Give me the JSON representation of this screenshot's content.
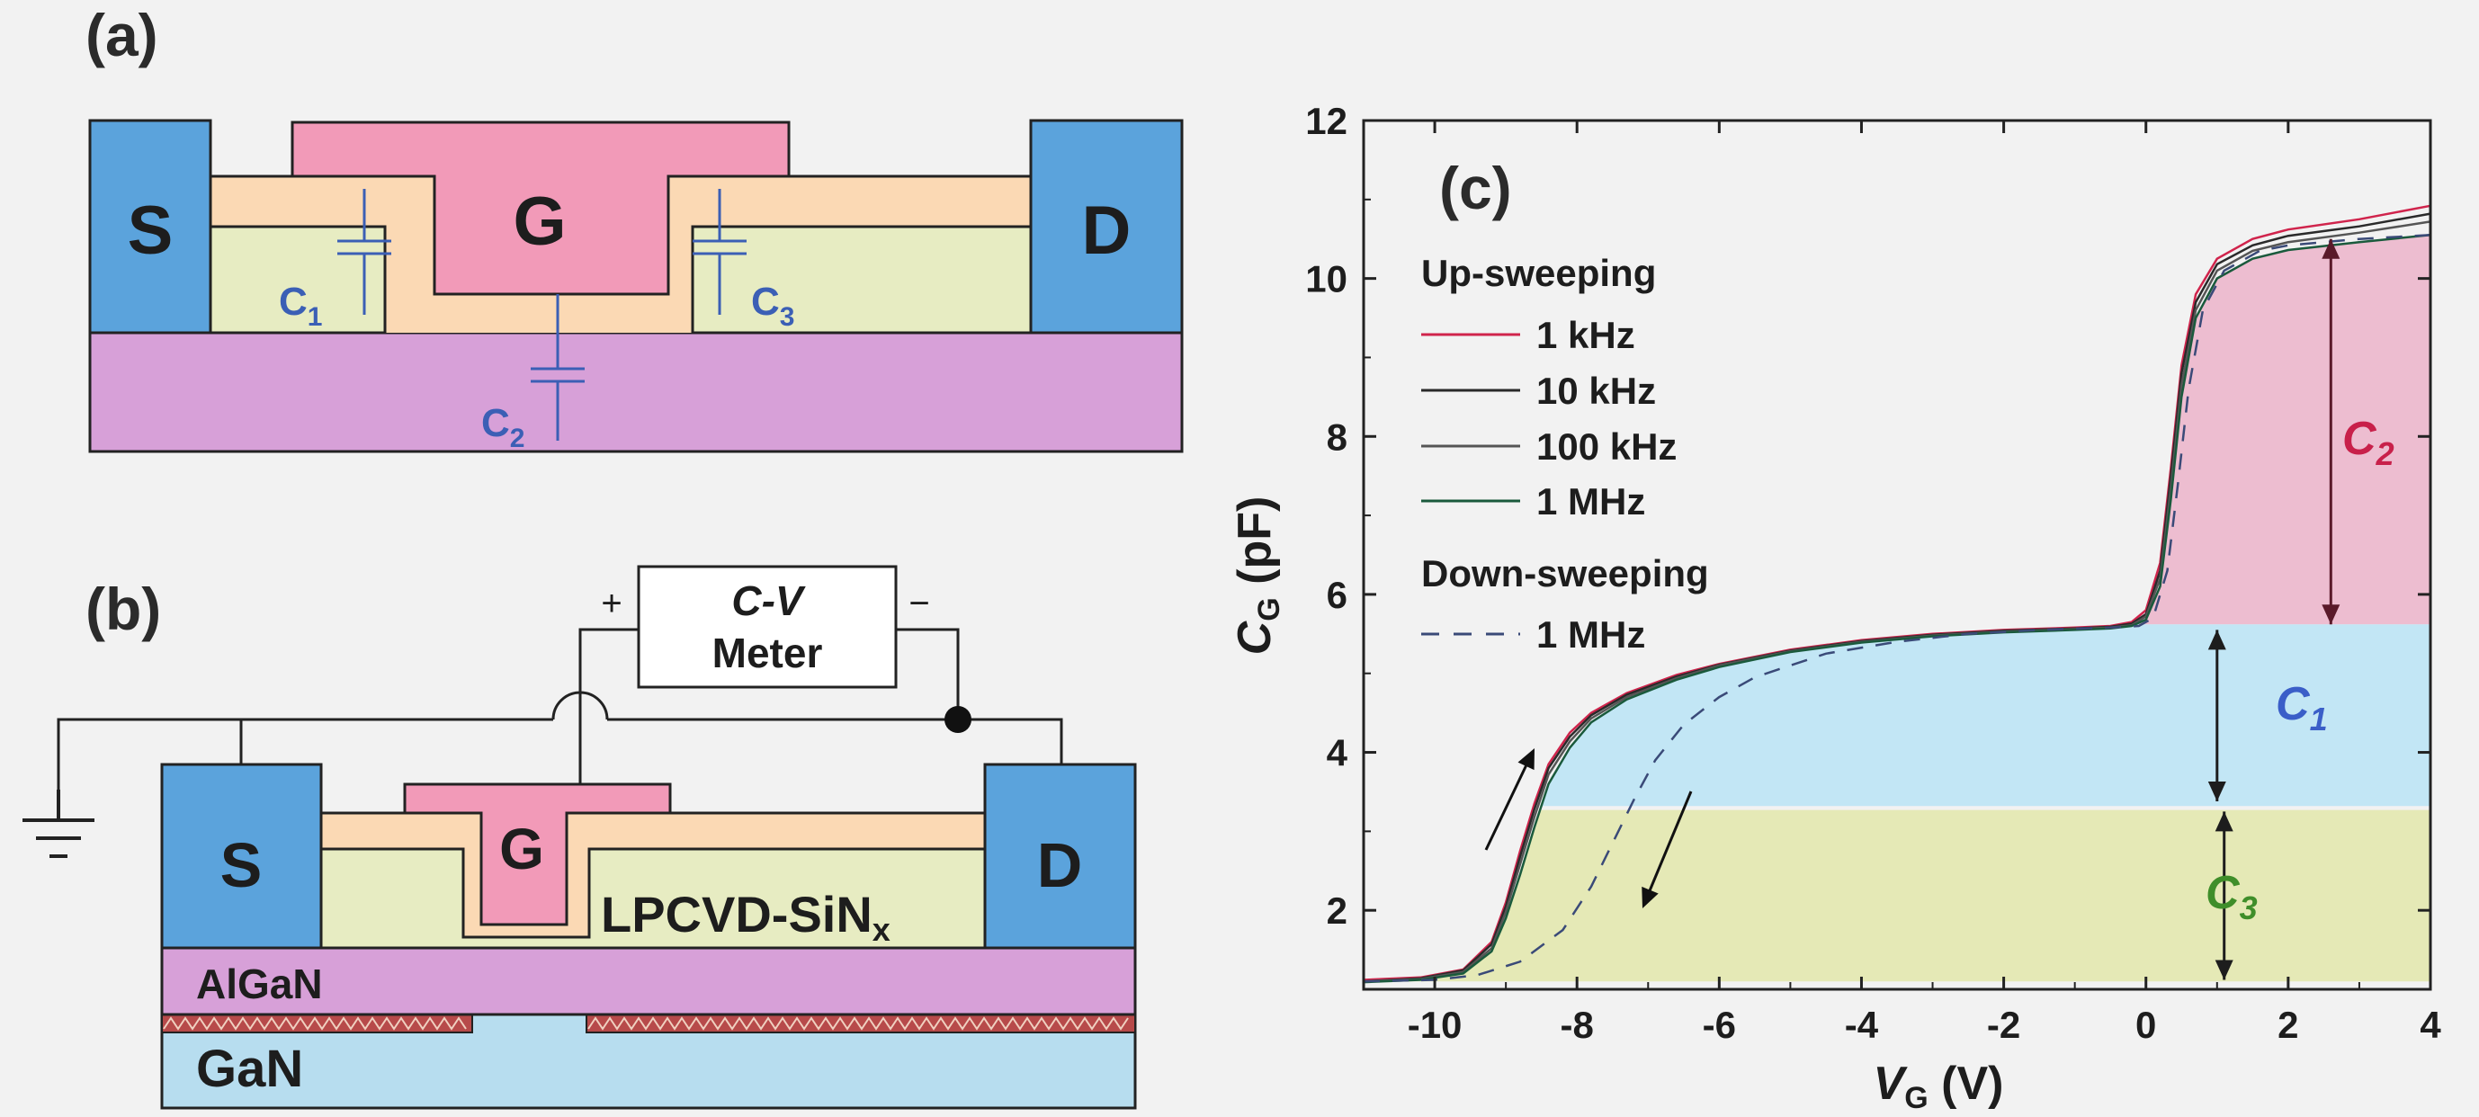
{
  "panels": {
    "a": {
      "label": "(a)",
      "source": "S",
      "gate": "G",
      "drain": "D",
      "caps": [
        {
          "name": "C",
          "sub": "1"
        },
        {
          "name": "C",
          "sub": "2"
        },
        {
          "name": "C",
          "sub": "3"
        }
      ]
    },
    "b": {
      "label": "(b)",
      "meter_title": "C-V",
      "meter_sub": "Meter",
      "plus": "+",
      "minus": "−",
      "source": "S",
      "gate": "G",
      "drain": "D",
      "sin_label": "LPCVD-SiN",
      "sin_sub": "x",
      "algan": "AlGaN",
      "gan": "GaN"
    },
    "c": {
      "label": "(c)",
      "legend": {
        "up_title": "Up-sweeping",
        "items": [
          "1 kHz",
          "10 kHz",
          "100 kHz",
          "1 MHz"
        ],
        "down_title": "Down-sweeping",
        "down_item": "1 MHz"
      },
      "region_labels": [
        {
          "name": "C",
          "sub": "2",
          "color": "#c8204a"
        },
        {
          "name": "C",
          "sub": "1",
          "color": "#3a5ec8"
        },
        {
          "name": "C",
          "sub": "3",
          "color": "#3f8e2a"
        }
      ]
    }
  },
  "colors": {
    "electrode": "#5ba3dc",
    "gate": "#f29ab8",
    "passivation": "#fbd9b4",
    "sin": "#e7ecc2",
    "algan": "#d7a0d8",
    "gan": "#b7ddef",
    "region_c2": "#edbdd0",
    "region_c1": "#c2e6f5",
    "region_c3": "#e5e9b6"
  },
  "chart_data": {
    "type": "line",
    "xlabel_main": "V",
    "xlabel_sub": "G",
    "xlabel_unit": " (V)",
    "ylabel_main": "C",
    "ylabel_sub": "G",
    "ylabel_unit": " (pF)",
    "xlim": [
      -11,
      4
    ],
    "ylim": [
      1,
      12
    ],
    "xticks": [
      -10,
      -8,
      -6,
      -4,
      -2,
      0,
      2,
      4
    ],
    "yticks": [
      2,
      4,
      6,
      8,
      10,
      12
    ],
    "series": [
      {
        "name": "1 kHz",
        "color": "#d0244c",
        "dash": false,
        "points": [
          [
            -11,
            1.12
          ],
          [
            -10.2,
            1.15
          ],
          [
            -9.6,
            1.25
          ],
          [
            -9.2,
            1.6
          ],
          [
            -9,
            2.1
          ],
          [
            -8.8,
            2.75
          ],
          [
            -8.6,
            3.35
          ],
          [
            -8.4,
            3.85
          ],
          [
            -8.1,
            4.25
          ],
          [
            -7.8,
            4.5
          ],
          [
            -7.3,
            4.75
          ],
          [
            -6.6,
            4.98
          ],
          [
            -6,
            5.12
          ],
          [
            -5,
            5.3
          ],
          [
            -4,
            5.42
          ],
          [
            -3,
            5.5
          ],
          [
            -2,
            5.55
          ],
          [
            -1,
            5.58
          ],
          [
            -0.5,
            5.6
          ],
          [
            -0.2,
            5.65
          ],
          [
            0,
            5.8
          ],
          [
            0.2,
            6.4
          ],
          [
            0.35,
            7.6
          ],
          [
            0.5,
            8.9
          ],
          [
            0.7,
            9.8
          ],
          [
            1,
            10.25
          ],
          [
            1.5,
            10.5
          ],
          [
            2,
            10.62
          ],
          [
            3,
            10.75
          ],
          [
            4,
            10.92
          ]
        ]
      },
      {
        "name": "10 kHz",
        "color": "#2a2a2a",
        "dash": false,
        "points": [
          [
            -11,
            1.1
          ],
          [
            -10.2,
            1.14
          ],
          [
            -9.6,
            1.24
          ],
          [
            -9.2,
            1.57
          ],
          [
            -9,
            2.05
          ],
          [
            -8.8,
            2.68
          ],
          [
            -8.6,
            3.28
          ],
          [
            -8.4,
            3.8
          ],
          [
            -8.1,
            4.2
          ],
          [
            -7.8,
            4.47
          ],
          [
            -7.3,
            4.73
          ],
          [
            -6.6,
            4.96
          ],
          [
            -6,
            5.11
          ],
          [
            -5,
            5.29
          ],
          [
            -4,
            5.41
          ],
          [
            -3,
            5.49
          ],
          [
            -2,
            5.54
          ],
          [
            -1,
            5.57
          ],
          [
            -0.5,
            5.59
          ],
          [
            -0.2,
            5.63
          ],
          [
            0,
            5.75
          ],
          [
            0.2,
            6.3
          ],
          [
            0.35,
            7.5
          ],
          [
            0.5,
            8.8
          ],
          [
            0.7,
            9.7
          ],
          [
            1,
            10.18
          ],
          [
            1.5,
            10.42
          ],
          [
            2,
            10.54
          ],
          [
            3,
            10.66
          ],
          [
            4,
            10.82
          ]
        ]
      },
      {
        "name": "100 kHz",
        "color": "#555555",
        "dash": false,
        "points": [
          [
            -11,
            1.1
          ],
          [
            -10.2,
            1.13
          ],
          [
            -9.6,
            1.22
          ],
          [
            -9.2,
            1.52
          ],
          [
            -9,
            1.98
          ],
          [
            -8.8,
            2.58
          ],
          [
            -8.6,
            3.18
          ],
          [
            -8.4,
            3.72
          ],
          [
            -8.1,
            4.14
          ],
          [
            -7.8,
            4.43
          ],
          [
            -7.3,
            4.7
          ],
          [
            -6.6,
            4.94
          ],
          [
            -6,
            5.1
          ],
          [
            -5,
            5.28
          ],
          [
            -4,
            5.4
          ],
          [
            -3,
            5.48
          ],
          [
            -2,
            5.53
          ],
          [
            -1,
            5.56
          ],
          [
            -0.5,
            5.58
          ],
          [
            -0.2,
            5.61
          ],
          [
            0,
            5.72
          ],
          [
            0.2,
            6.2
          ],
          [
            0.35,
            7.35
          ],
          [
            0.5,
            8.65
          ],
          [
            0.7,
            9.6
          ],
          [
            1,
            10.1
          ],
          [
            1.5,
            10.35
          ],
          [
            2,
            10.46
          ],
          [
            3,
            10.58
          ],
          [
            4,
            10.72
          ]
        ]
      },
      {
        "name": "1 MHz",
        "color": "#1a5a3c",
        "dash": false,
        "points": [
          [
            -11,
            1.09
          ],
          [
            -10.2,
            1.12
          ],
          [
            -9.6,
            1.2
          ],
          [
            -9.2,
            1.48
          ],
          [
            -9,
            1.9
          ],
          [
            -8.8,
            2.45
          ],
          [
            -8.6,
            3.05
          ],
          [
            -8.4,
            3.6
          ],
          [
            -8.1,
            4.06
          ],
          [
            -7.8,
            4.38
          ],
          [
            -7.3,
            4.67
          ],
          [
            -6.6,
            4.92
          ],
          [
            -6,
            5.08
          ],
          [
            -5,
            5.27
          ],
          [
            -4,
            5.39
          ],
          [
            -3,
            5.47
          ],
          [
            -2,
            5.52
          ],
          [
            -1,
            5.55
          ],
          [
            -0.5,
            5.57
          ],
          [
            -0.2,
            5.6
          ],
          [
            0,
            5.68
          ],
          [
            0.2,
            6.1
          ],
          [
            0.35,
            7.2
          ],
          [
            0.5,
            8.5
          ],
          [
            0.7,
            9.5
          ],
          [
            1,
            10.0
          ],
          [
            1.5,
            10.25
          ],
          [
            2,
            10.36
          ],
          [
            3,
            10.46
          ],
          [
            4,
            10.55
          ]
        ]
      },
      {
        "name": "1 MHz",
        "color": "#3a4a78",
        "dash": true,
        "points": [
          [
            -11,
            1.1
          ],
          [
            -10,
            1.12
          ],
          [
            -9.4,
            1.18
          ],
          [
            -8.8,
            1.35
          ],
          [
            -8.2,
            1.75
          ],
          [
            -7.8,
            2.3
          ],
          [
            -7.5,
            2.85
          ],
          [
            -7.2,
            3.4
          ],
          [
            -6.9,
            3.9
          ],
          [
            -6.5,
            4.35
          ],
          [
            -6,
            4.7
          ],
          [
            -5.5,
            4.95
          ],
          [
            -4.5,
            5.25
          ],
          [
            -3.5,
            5.4
          ],
          [
            -2.5,
            5.5
          ],
          [
            -1.5,
            5.55
          ],
          [
            -0.5,
            5.58
          ],
          [
            -0.1,
            5.6
          ],
          [
            0.1,
            5.7
          ],
          [
            0.3,
            6.3
          ],
          [
            0.45,
            7.4
          ],
          [
            0.6,
            8.6
          ],
          [
            0.8,
            9.6
          ],
          [
            1.1,
            10.1
          ],
          [
            1.6,
            10.35
          ],
          [
            2,
            10.42
          ],
          [
            3,
            10.5
          ],
          [
            4,
            10.55
          ]
        ]
      }
    ],
    "regions": [
      {
        "name": "C2",
        "y_top": "curve",
        "y_bottom": 5.62,
        "x_start": -0.1,
        "x_end": 4
      },
      {
        "name": "C1",
        "y_top": 5.62,
        "y_bottom": 3.32,
        "x_start": -6.6,
        "x_end": 4
      },
      {
        "name": "C3",
        "y_top": 3.27,
        "y_bottom": 1.1,
        "x_start": -9.3,
        "x_end": 4
      }
    ]
  }
}
